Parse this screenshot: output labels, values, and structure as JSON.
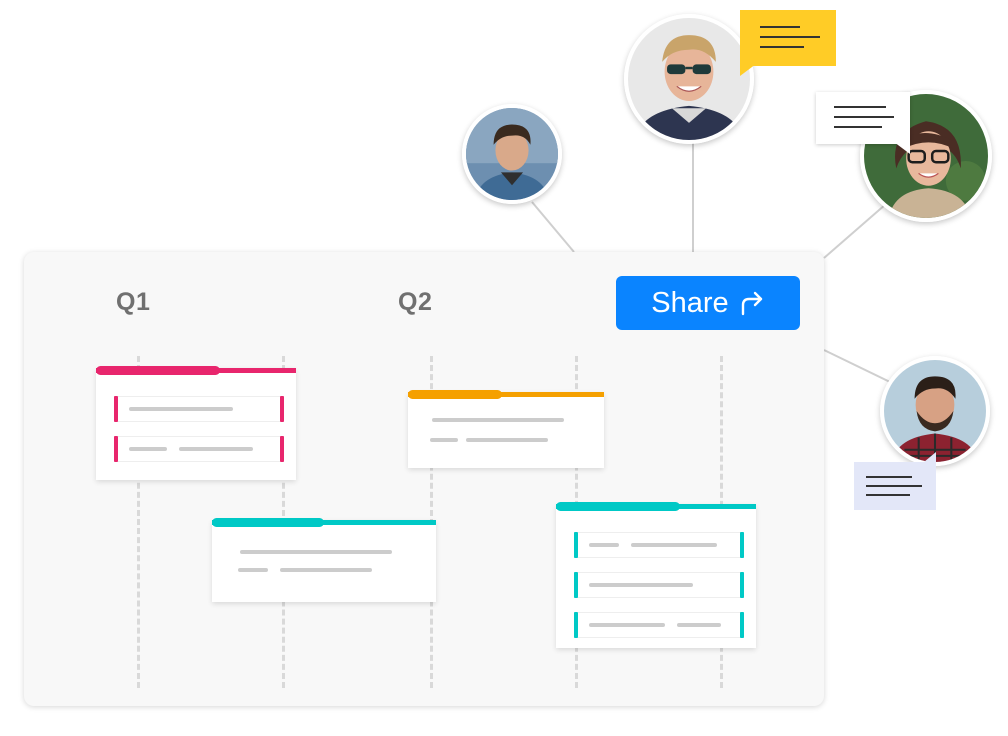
{
  "roadmap": {
    "quarters": [
      {
        "label": "Q1"
      },
      {
        "label": "Q2"
      }
    ],
    "share_button": {
      "label": "Share",
      "icon": "share-arrow-icon"
    }
  },
  "cards": [
    {
      "name": "card-q1-pink",
      "accent": "#e8266d",
      "progress": 0.62,
      "kind": "subtasks",
      "subtask_count": 2
    },
    {
      "name": "card-q2-orange",
      "accent": "#f5a000",
      "progress": 0.48,
      "kind": "lines"
    },
    {
      "name": "card-q1-teal",
      "accent": "#00c9c6",
      "progress": 0.5,
      "kind": "lines"
    },
    {
      "name": "card-q2-teal",
      "accent": "#00c9c6",
      "progress": 0.62,
      "kind": "subtasks",
      "subtask_count": 3
    }
  ],
  "collaborators": [
    {
      "name": "avatar-man-denim",
      "icon": "person-avatar"
    },
    {
      "name": "avatar-man-sunglasses",
      "icon": "person-avatar"
    },
    {
      "name": "avatar-woman-glasses",
      "icon": "person-avatar"
    },
    {
      "name": "avatar-man-beard",
      "icon": "person-avatar"
    }
  ],
  "comments": [
    {
      "name": "comment-bubble-yellow",
      "color": "#ffcc26"
    },
    {
      "name": "comment-bubble-white",
      "color": "#ffffff"
    },
    {
      "name": "comment-bubble-lavender",
      "color": "#e3e7f8"
    }
  ],
  "colors": {
    "share_blue": "#0a84ff",
    "quarter_text": "#707070",
    "placeholder_line": "#cccccc"
  }
}
